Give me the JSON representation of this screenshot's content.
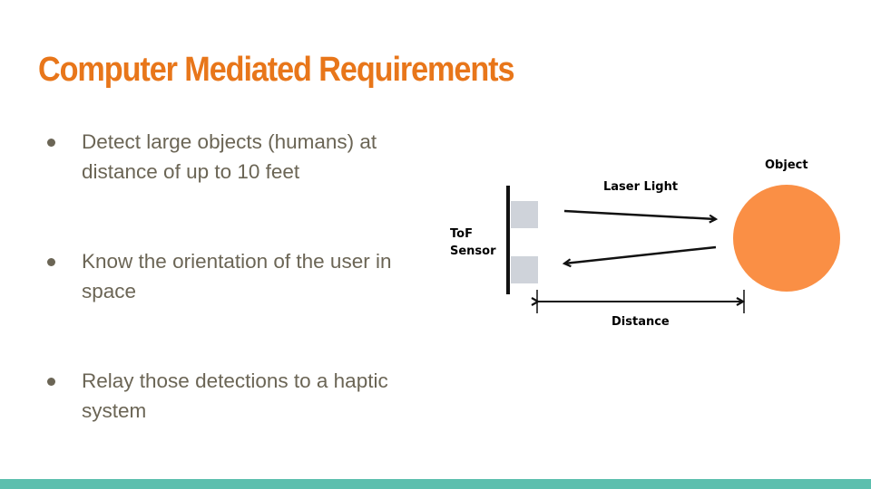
{
  "slide": {
    "title": "Computer Mediated Requirements",
    "bullets": [
      "Detect large objects (humans) at distance of up to 10 feet",
      "Know the orientation of the user in space",
      "Relay those detections to a haptic system"
    ]
  },
  "diagram": {
    "sensor_label_line1": "ToF",
    "sensor_label_line2": "Sensor",
    "laser_label": "Laser Light",
    "object_label": "Object",
    "distance_label": "Distance"
  },
  "colors": {
    "title": "#e8761a",
    "body_text": "#6b6555",
    "bullet_dot": "#6b6555",
    "object_fill": "#fa8f45",
    "sensor_block": "#cfd3da",
    "footer_bar": "#5cbfae"
  }
}
